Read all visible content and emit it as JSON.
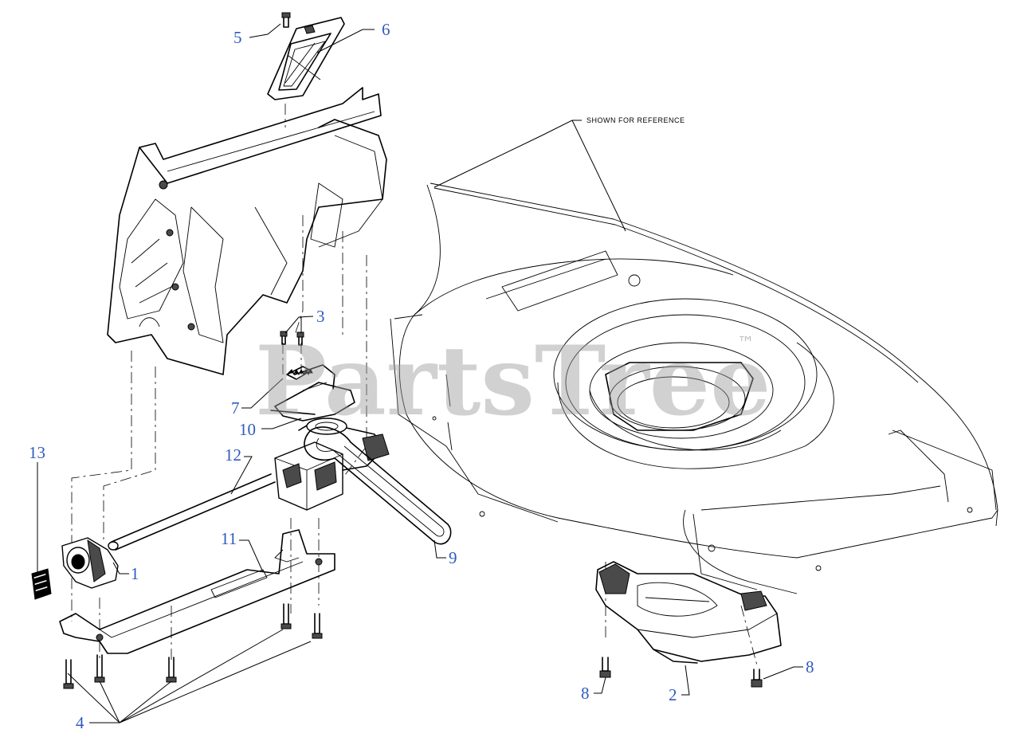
{
  "diagram": {
    "reference_note": "SHOWN FOR REFERENCE",
    "watermark": "PartsTree",
    "watermark_tm": "™",
    "callouts": [
      {
        "id": "callout-1",
        "label": "1"
      },
      {
        "id": "callout-2",
        "label": "2"
      },
      {
        "id": "callout-3",
        "label": "3"
      },
      {
        "id": "callout-4",
        "label": "4"
      },
      {
        "id": "callout-5",
        "label": "5"
      },
      {
        "id": "callout-6",
        "label": "6"
      },
      {
        "id": "callout-7",
        "label": "7"
      },
      {
        "id": "callout-8a",
        "label": "8"
      },
      {
        "id": "callout-8b",
        "label": "8"
      },
      {
        "id": "callout-9",
        "label": "9"
      },
      {
        "id": "callout-10",
        "label": "10"
      },
      {
        "id": "callout-11",
        "label": "11"
      },
      {
        "id": "callout-12",
        "label": "12"
      },
      {
        "id": "callout-13",
        "label": "13"
      }
    ],
    "colors": {
      "callout_text": "#2f5bbf",
      "line_art": "#000000",
      "watermark": "#9b9b9b",
      "background": "#ffffff"
    }
  }
}
